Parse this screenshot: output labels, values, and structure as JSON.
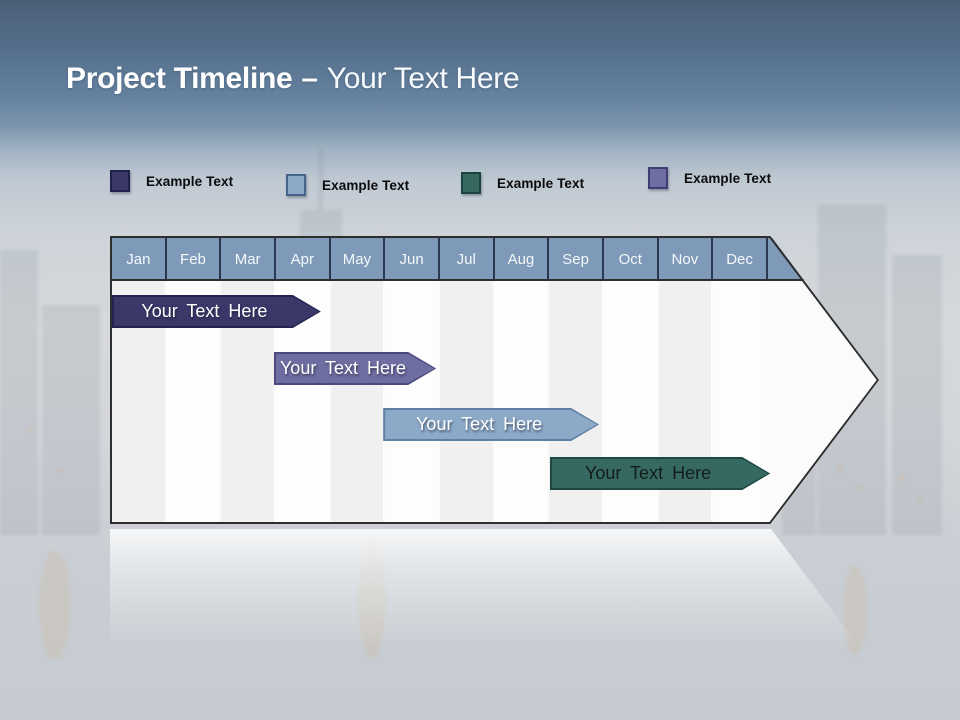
{
  "slide": {
    "title_bold": "Project Timeline",
    "title_separator": "–",
    "title_light": "Your Text Here"
  },
  "legend": {
    "items": [
      {
        "label": "Example Text",
        "color": "#3a3869",
        "border": "#20204a"
      },
      {
        "label": "Example Text",
        "color": "#8caac8",
        "border": "#46648a"
      },
      {
        "label": "Example Text",
        "color": "#376963",
        "border": "#1c443e"
      },
      {
        "label": "Example Text",
        "color": "#6f6ea2",
        "border": "#3f3e73"
      }
    ]
  },
  "timeline": {
    "months": [
      "Jan",
      "Feb",
      "Mar",
      "Apr",
      "May",
      "Jun",
      "Jul",
      "Aug",
      "Sep",
      "Oct",
      "Nov",
      "Dec"
    ],
    "header_bg": "#7e9ab8",
    "header_text_color": "#f4f8fb",
    "bars": [
      {
        "label": "Your Text Here",
        "fill": "#3a3869",
        "border": "#232251",
        "text_color": "#ffffff",
        "start_month": "Jan",
        "end_month": "Apr",
        "start_col": 0.0,
        "end_col": 3.82
      },
      {
        "label": "Your Text Here",
        "fill": "#6f6ea2",
        "border": "#4b4a80",
        "text_color": "#ffffff",
        "start_month": "Apr",
        "end_month": "Jun",
        "start_col": 2.96,
        "end_col": 5.93
      },
      {
        "label": "Your Text Here",
        "fill": "#8caac8",
        "border": "#5e80a4",
        "text_color": "#ffffff",
        "start_month": "Jun",
        "end_month": "Sep",
        "start_col": 4.96,
        "end_col": 8.91
      },
      {
        "label": "Your Text Here",
        "fill": "#376963",
        "border": "#1e4842",
        "text_color": "#131d1a",
        "start_month": "Sep",
        "end_month": "Dec",
        "start_col": 8.01,
        "end_col": 12.04
      }
    ]
  }
}
